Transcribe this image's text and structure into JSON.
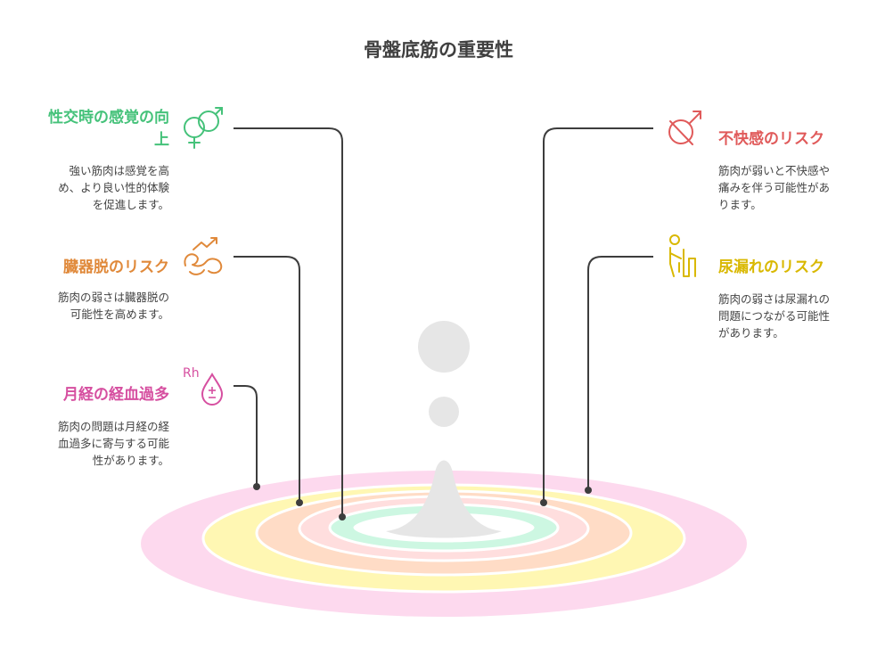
{
  "title": "骨盤底筋の重要性",
  "colors": {
    "green": "#45c27a",
    "orange": "#e0893a",
    "pink": "#d64fa0",
    "red": "#e05a5a",
    "yellow": "#d9b800",
    "ring_pink": "#fdd9ee",
    "ring_yellow": "#fff7b3",
    "ring_peach": "#ffdcc6",
    "ring_rose": "#ffdede",
    "ring_mint": "#cdf7e2",
    "fountain": "#e6e6e6"
  },
  "items": [
    {
      "id": "sexual",
      "icon": "gender-symbols-icon",
      "heading": "性交時の感覚の向上",
      "heading_line1": "性交時の感覚の向",
      "heading_line2": "上",
      "body_lines": [
        "強い筋肉は感覚を高",
        "め、より良い性的体験",
        "を促進します。"
      ]
    },
    {
      "id": "prolapse",
      "icon": "organ-prolapse-icon",
      "heading": "臓器脱のリスク",
      "body_lines": [
        "筋肉の弱さは臓器脱の",
        "可能性を高めます。"
      ]
    },
    {
      "id": "menstrual",
      "icon": "blood-drop-rh-icon",
      "icon_text": "Rh",
      "heading": "月経の経血過多",
      "body_lines": [
        "筋肉の問題は月経の経",
        "血過多に寄与する可能",
        "性があります。"
      ]
    },
    {
      "id": "discomfort",
      "icon": "crossed-gender-icon",
      "heading": "不快感のリスク",
      "body_lines": [
        "筋肉が弱いと不快感や",
        "痛みを伴う可能性があ",
        "ります。"
      ]
    },
    {
      "id": "incontinence",
      "icon": "person-toilet-icon",
      "heading": "尿漏れのリスク",
      "body_lines": [
        "筋肉の弱さは尿漏れの",
        "問題につながる可能性",
        "があります。"
      ]
    }
  ]
}
